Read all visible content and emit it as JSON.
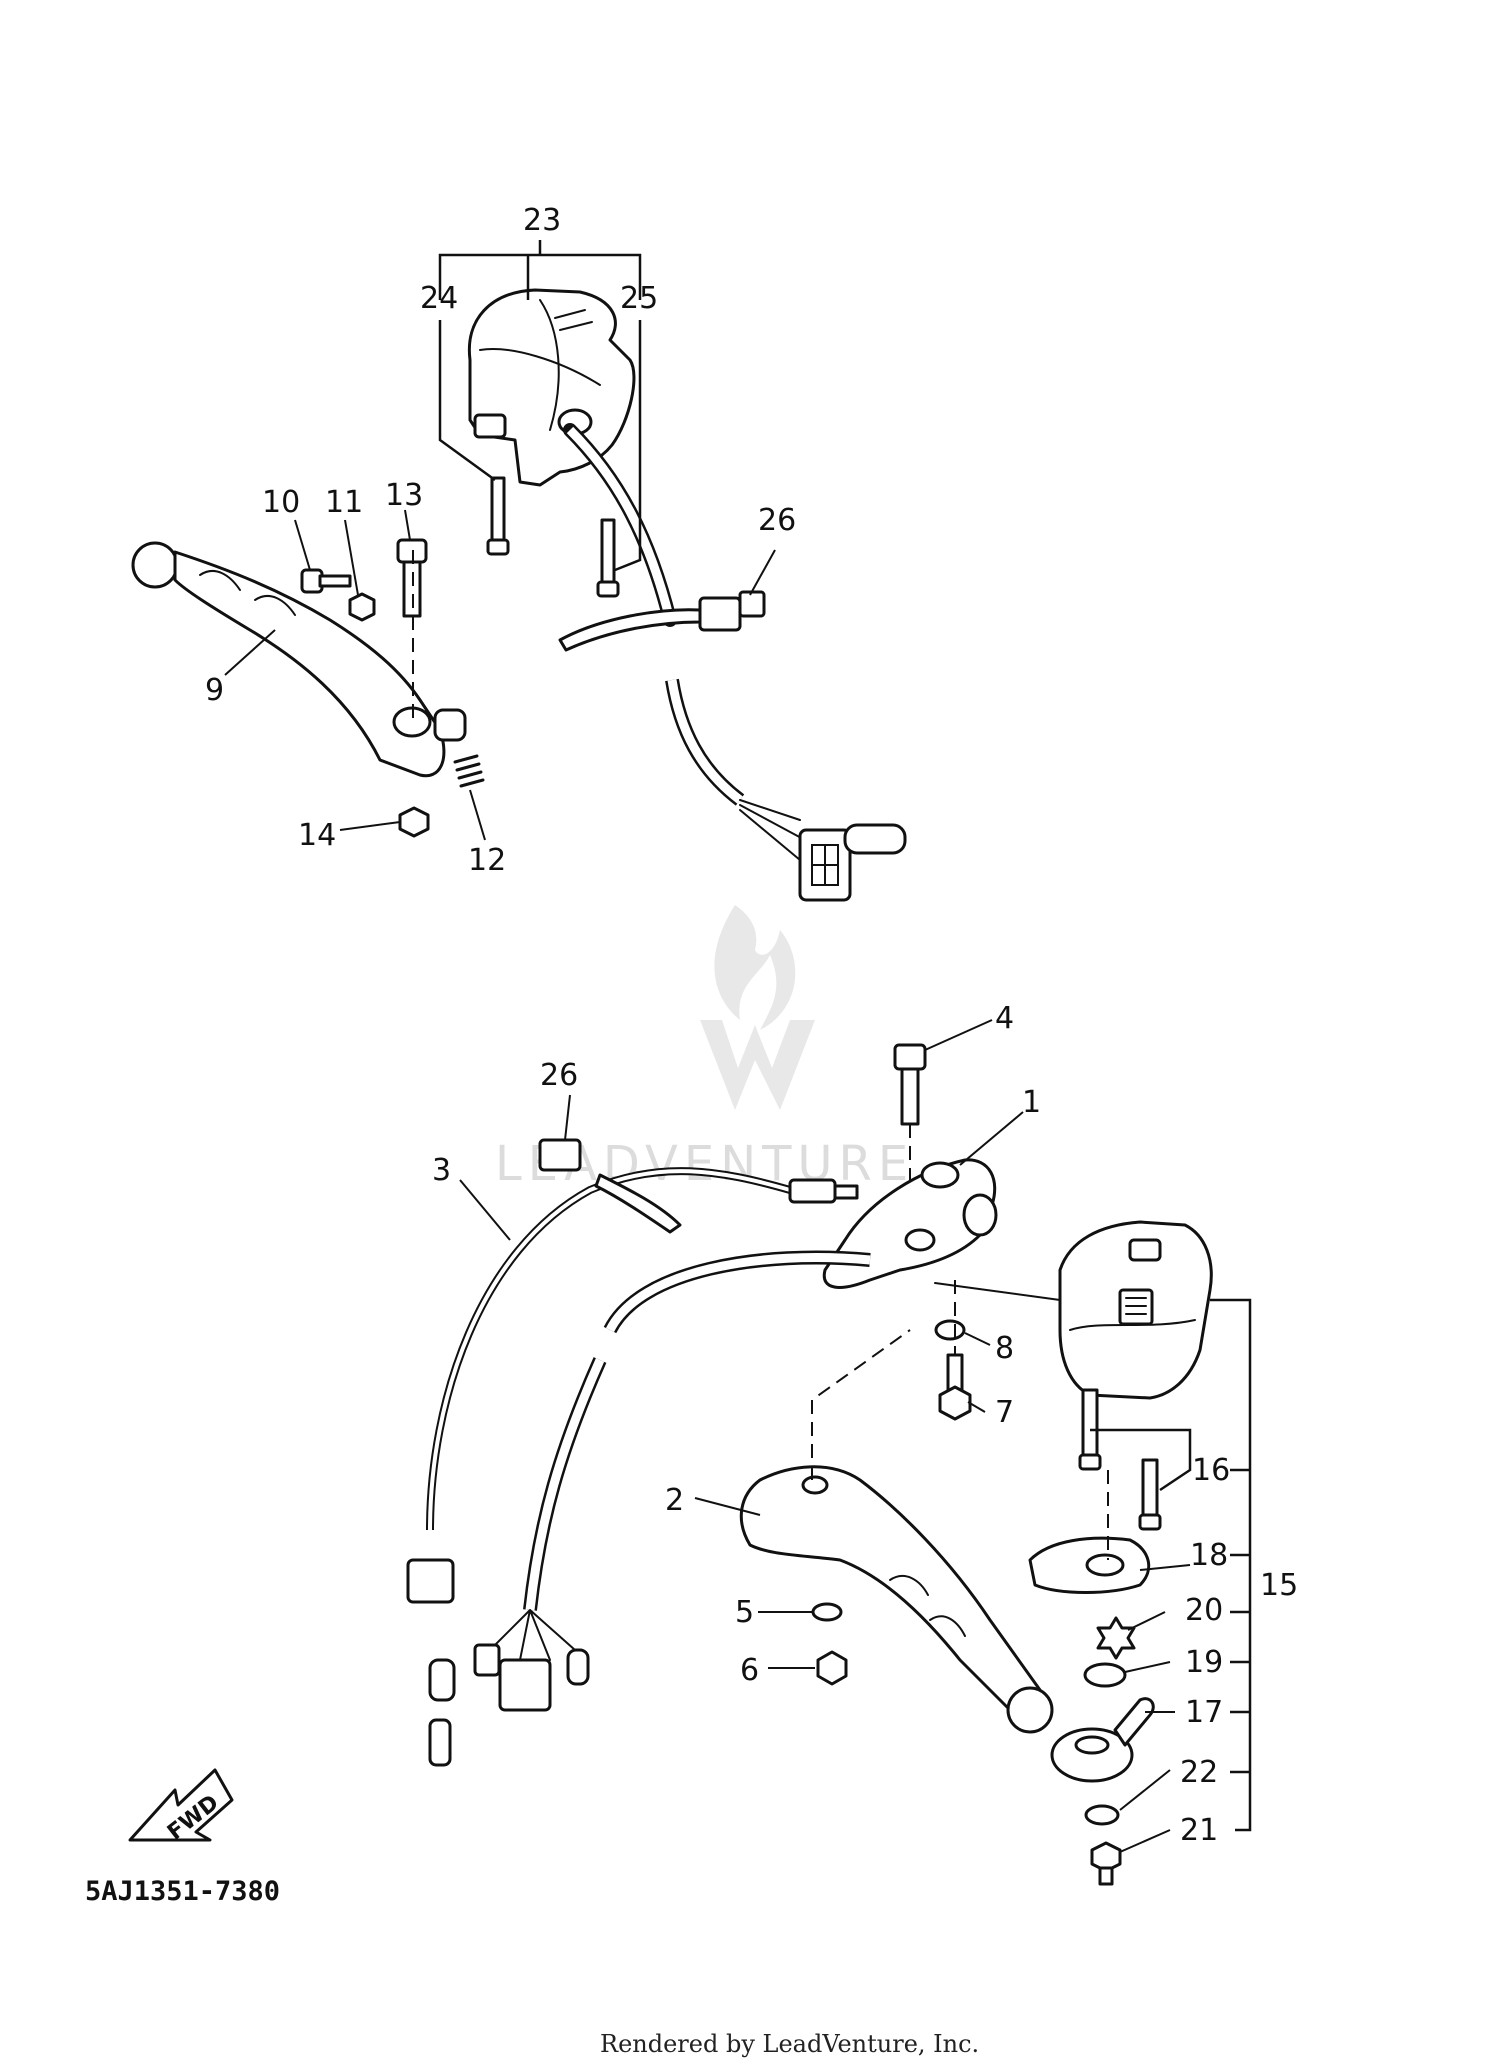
{
  "diagram": {
    "reference_code": "5AJ1351-7380",
    "footer_credit": "Rendered by LeadVenture, Inc.",
    "watermark_text": "LEADVENTURE",
    "forward_indicator": "FWD",
    "ink_color": "#111111",
    "watermark_color": "#dcdcdc",
    "callouts": [
      {
        "id": "1",
        "label": "1"
      },
      {
        "id": "2",
        "label": "2"
      },
      {
        "id": "3",
        "label": "3"
      },
      {
        "id": "4",
        "label": "4"
      },
      {
        "id": "5",
        "label": "5"
      },
      {
        "id": "6",
        "label": "6"
      },
      {
        "id": "7",
        "label": "7"
      },
      {
        "id": "8",
        "label": "8"
      },
      {
        "id": "9",
        "label": "9"
      },
      {
        "id": "10",
        "label": "10"
      },
      {
        "id": "11",
        "label": "11"
      },
      {
        "id": "12",
        "label": "12"
      },
      {
        "id": "13",
        "label": "13"
      },
      {
        "id": "14",
        "label": "14"
      },
      {
        "id": "15",
        "label": "15"
      },
      {
        "id": "16",
        "label": "16"
      },
      {
        "id": "17",
        "label": "17"
      },
      {
        "id": "18",
        "label": "18"
      },
      {
        "id": "19",
        "label": "19"
      },
      {
        "id": "20",
        "label": "20"
      },
      {
        "id": "21",
        "label": "21"
      },
      {
        "id": "22",
        "label": "22"
      },
      {
        "id": "23",
        "label": "23"
      },
      {
        "id": "24",
        "label": "24"
      },
      {
        "id": "25",
        "label": "25"
      },
      {
        "id": "26a",
        "label": "26"
      },
      {
        "id": "26b",
        "label": "26"
      }
    ]
  }
}
